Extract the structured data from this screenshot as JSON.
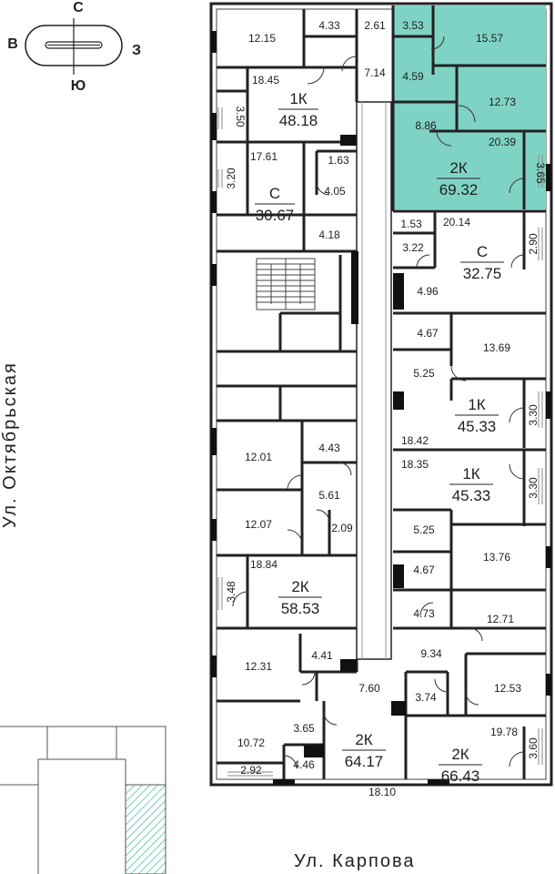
{
  "compass": {
    "north": "С",
    "south": "Ю",
    "west": "В",
    "east": "З"
  },
  "streets": {
    "left": "Ул. Октябрьская",
    "bottom": "Ул. Карпова"
  },
  "highlight_color": "#7fd3c5",
  "apartments": [
    {
      "id": "1k-48",
      "type": "1К",
      "area": "48.18"
    },
    {
      "id": "c-30",
      "type": "С",
      "area": "30.67"
    },
    {
      "id": "2k-69",
      "type": "2К",
      "area": "69.32",
      "highlighted": true
    },
    {
      "id": "c-32",
      "type": "С",
      "area": "32.75"
    },
    {
      "id": "1k-45a",
      "type": "1К",
      "area": "45.33"
    },
    {
      "id": "1k-45b",
      "type": "1К",
      "area": "45.33"
    },
    {
      "id": "2k-58",
      "type": "2К",
      "area": "58.53"
    },
    {
      "id": "2k-64",
      "type": "2К",
      "area": "64.17"
    },
    {
      "id": "2k-66",
      "type": "2К",
      "area": "66.43"
    }
  ],
  "rooms": [
    "12.15",
    "4.33",
    "2.61",
    "3.53",
    "15.57",
    "18.45",
    "7.14",
    "4.59",
    "12.73",
    "3.50",
    "8.86",
    "20.39",
    "17.61",
    "1.63",
    "3.20",
    "4.05",
    "3.65",
    "4.18",
    "1.53",
    "20.14",
    "3.22",
    "2.90",
    "4.96",
    "4.67",
    "13.69",
    "5.25",
    "3.30",
    "18.42",
    "12.01",
    "4.43",
    "18.35",
    "5.61",
    "3.30",
    "12.07",
    "2.09",
    "5.25",
    "13.76",
    "18.84",
    "4.67",
    "3.48",
    "4.73",
    "12.71",
    "12.31",
    "4.41",
    "9.34",
    "7.60",
    "3.74",
    "12.53",
    "10.72",
    "3.65",
    "19.78",
    "3.60",
    "2.92",
    "4.46",
    "18.10"
  ]
}
